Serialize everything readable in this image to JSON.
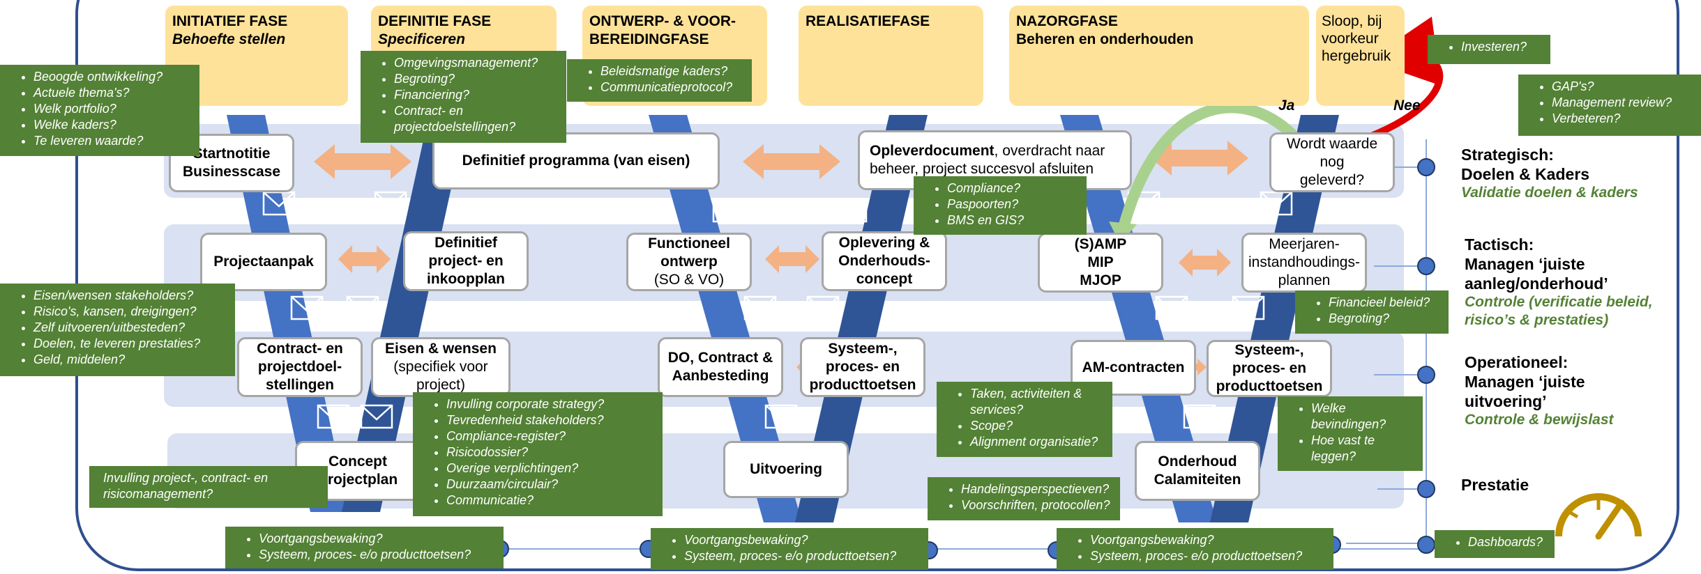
{
  "phases": [
    {
      "title": "INITIATIEF FASE",
      "subtitle": "Behoefte stellen"
    },
    {
      "title": "DEFINITIE FASE",
      "subtitle": "Specificeren"
    },
    {
      "title": "ONTWERP- & VOOR-",
      "title2": "BEREIDINGFASE"
    },
    {
      "title": "REALISATIEFASE"
    },
    {
      "title": "NAZORGFASE",
      "subtitle": "Beheren en onderhouden"
    },
    {
      "line1": "Sloop, bij",
      "line2": "voorkeur",
      "line3": "hergebruik"
    }
  ],
  "boxes": {
    "startnotitie": {
      "l1": "Startnotitie",
      "l2": "Businesscase"
    },
    "definitief_programma": "Definitief programma (van eisen)",
    "opleverdocument": {
      "bold": "Opleverdocument",
      "rest": ", overdracht naar beheer, project succesvol afsluiten"
    },
    "wordt_waarde": {
      "l1": "Wordt waarde nog",
      "l2": "geleverd?"
    },
    "projectaanpak": "Projectaanpak",
    "definitief_project": {
      "l1": "Definitief",
      "l2": "project- en",
      "l3": "inkoopplan"
    },
    "functioneel_ontwerp": {
      "l1": "Functioneel",
      "l2": "ontwerp",
      "l3": "(SO & VO)"
    },
    "oplevering": {
      "l1": "Oplevering &",
      "l2": "Onderhouds-",
      "l3": "concept"
    },
    "samp": {
      "l1": "(S)AMP",
      "l2": "MIP",
      "l3": "MJOP"
    },
    "meerjaren": {
      "l1": "Meerjaren-",
      "l2": "instandhoudings-",
      "l3": "plannen"
    },
    "contract_doel": {
      "l1": "Contract- en",
      "l2": "projectdoel-",
      "l3": "stellingen"
    },
    "eisen_wensen": {
      "l1": "Eisen & wensen",
      "l2": "(specifiek voor",
      "l3": "project)"
    },
    "do_contract": {
      "l1": "DO, Contract &",
      "l2": "Aanbesteding"
    },
    "systeem_toetsen_1": {
      "l1": "Systeem-,",
      "l2": "proces- en",
      "l3": "producttoetsen"
    },
    "am_contracten": "AM-contracten",
    "systeem_toetsen_2": {
      "l1": "Systeem-,",
      "l2": "proces- en",
      "l3": "producttoetsen"
    },
    "concept_projectplan": {
      "l1": "Concept",
      "l2": "Projectplan"
    },
    "uitvoering": "Uitvoering",
    "onderhoud": {
      "l1": "Onderhoud",
      "l2": "Calamiteiten"
    }
  },
  "notes": {
    "initiatief": [
      "Beoogde ontwikkeling?",
      "Actuele thema's?",
      "Welk portfolio?",
      "Welke kaders?",
      "Te leveren waarde?"
    ],
    "definitie": [
      "Omgevingsmanagement?",
      "Begroting?",
      "Financiering?",
      "Contract- en projectdoelstellingen?"
    ],
    "ontwerp": [
      "Beleidsmatige kaders?",
      "Communicatieprotocol?"
    ],
    "investeren": [
      "Investeren?"
    ],
    "gaps": [
      "GAP's?",
      "Management review?",
      "Verbeteren?"
    ],
    "compliance": [
      "Compliance?",
      "Paspoorten?",
      "BMS en GIS?"
    ],
    "eisen_stakeholders": [
      "Eisen/wensen stakeholders?",
      "Risico's, kansen, dreigingen?",
      "Zelf uitvoeren/uitbesteden?",
      "Doelen, te leveren prestaties?",
      "Geld, middelen?"
    ],
    "financieel": [
      "Financieel beleid?",
      "Begroting?"
    ],
    "corporate": [
      "Invulling corporate strategy?",
      "Tevredenheid stakeholders?",
      "Compliance-register?",
      "Risicodossier?",
      "Overige verplichtingen?",
      "Duurzaam/circulair?",
      "Communicatie?"
    ],
    "taken": [
      "Taken, activiteiten & services?",
      "Scope?",
      "Alignment organisatie?"
    ],
    "bevindingen": [
      "Welke bevindingen?",
      "Hoe vast te leggen?"
    ],
    "risicomanagement": "Invulling project-, contract- en risicomanagement?",
    "handelings": [
      "Handelingsperspectieven?",
      "Voorschriften, protocollen?"
    ],
    "voortgang_1": [
      "Voortgangsbewaking?",
      "Systeem, proces- e/o producttoetsen?"
    ],
    "voortgang_2": [
      "Voortgangsbewaking?",
      "Systeem, proces- e/o producttoetsen?"
    ],
    "voortgang_3": [
      "Voortgangsbewaking?",
      "Systeem, proces- e/o producttoetsen?"
    ],
    "dashboards": [
      "Dashboards?"
    ]
  },
  "levels": [
    {
      "l1": "Strategisch:",
      "l2": "Doelen & Kaders",
      "g1": "Validatie doelen & kaders"
    },
    {
      "l1": "Tactisch:",
      "l2": "Managen ‘juiste",
      "l3": "aanleg/onderhoud’",
      "g1": "Controle (verificatie beleid,",
      "g2": "risico’s & prestaties)"
    },
    {
      "l1": "Operationeel:",
      "l2": "Managen ‘juiste",
      "l3": "uitvoering’",
      "g1": "Controle & bewijslast"
    },
    {
      "l1": "Prestatie"
    }
  ],
  "decision": {
    "yes": "Ja",
    "no": "Nee"
  },
  "colors": {
    "phase_fill": "#FFE29A",
    "band_fill": "#D9E1F2",
    "v_shape": "#4472C4",
    "note_fill": "#538135",
    "level_green": "#548235",
    "arrow_orange": "#F4B183",
    "feedback_red": "#E00000",
    "feedback_green": "#A9D18E",
    "gauge": "#BF9000",
    "frame": "#2F4F8F"
  },
  "icons": [
    "double-arrow-icon",
    "envelope-icon",
    "curved-arrow-icon",
    "gauge-icon",
    "node-dot-icon"
  ]
}
